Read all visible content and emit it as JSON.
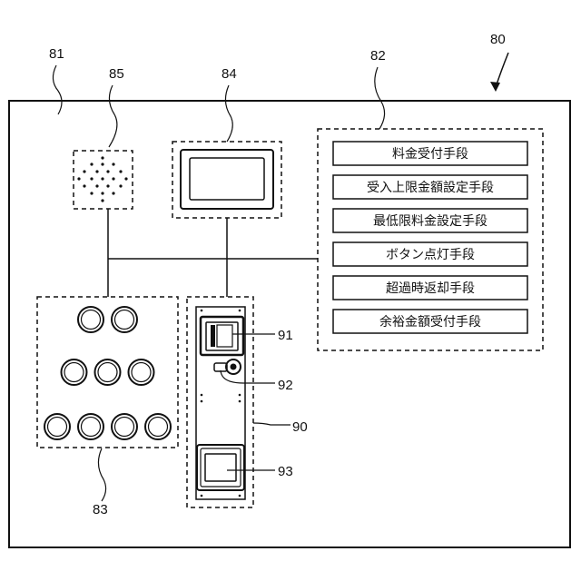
{
  "labels": {
    "device": "80",
    "housing": "81",
    "control": "82",
    "buttons": "83",
    "display": "84",
    "speaker": "85",
    "payment_unit": "90",
    "coin_slot": "91",
    "coin_return": "92",
    "card_slot": "93"
  },
  "control_means": [
    "料金受付手段",
    "受入上限金額設定手段",
    "最低限料金設定手段",
    "ボタン点灯手段",
    "超過時返却手段",
    "余裕金額受付手段"
  ],
  "button_rows": [
    2,
    3,
    4
  ]
}
